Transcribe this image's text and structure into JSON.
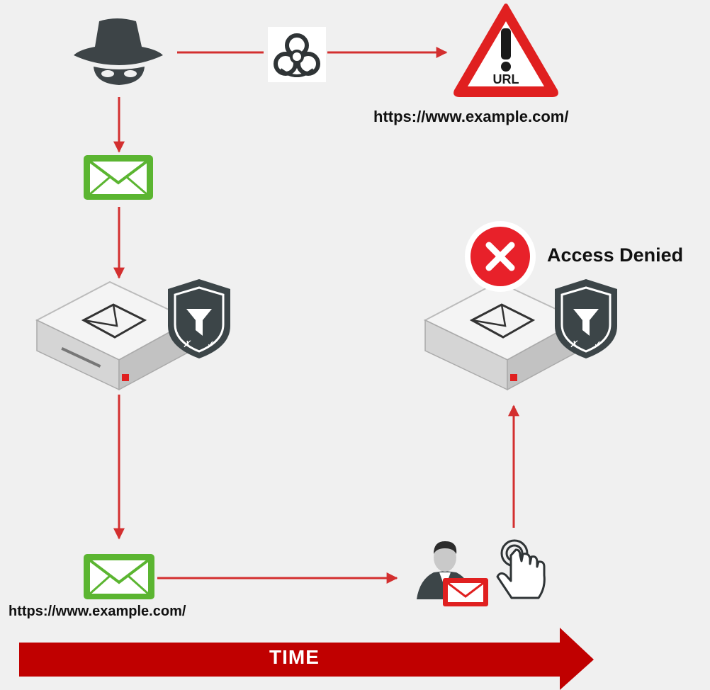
{
  "labels": {
    "url_top": "https://www.example.com/",
    "url_bottom": "https://www.example.com/",
    "access_denied": "Access Denied",
    "time": "TIME",
    "url_badge": "URL"
  },
  "colors": {
    "arrow": "#d32f2f",
    "time_arrow": "#c00000",
    "mail_green": "#5bb531",
    "warning_red": "#e02020",
    "shield_dark": "#3c4548",
    "deny_red": "#e8212a"
  },
  "icons": [
    "hacker-icon",
    "biohazard-icon",
    "url-warning-icon",
    "mail-icon",
    "mail-gateway-icon",
    "filter-shield-icon",
    "deny-icon",
    "user-icon",
    "click-hand-icon"
  ]
}
